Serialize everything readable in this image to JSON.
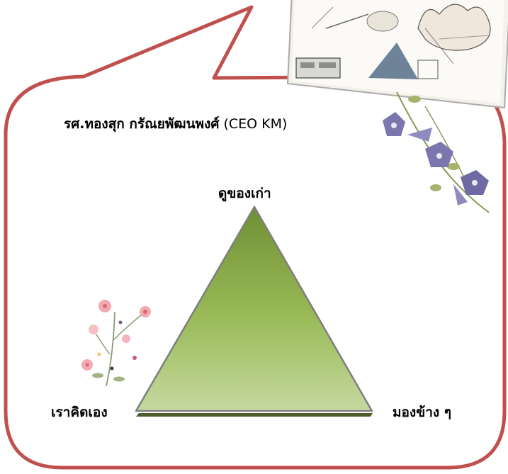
{
  "speaker": {
    "name": "รศ.ทองสุก  กรัณยพัฒนพงศ์",
    "role": " (CEO KM)"
  },
  "triangle": {
    "top_label": "ดูของเก่า",
    "left_label": "เราคิดเอง",
    "right_label": "มองข้าง ๆ"
  },
  "colors": {
    "bubble_border": "#c0504d",
    "triangle_top": "#76923c",
    "triangle_mid": "#9bbb59",
    "triangle_bottom": "#c3d69b"
  },
  "images": [
    "speaker-photo",
    "morning-glory-flowers",
    "pink-wildflowers"
  ]
}
